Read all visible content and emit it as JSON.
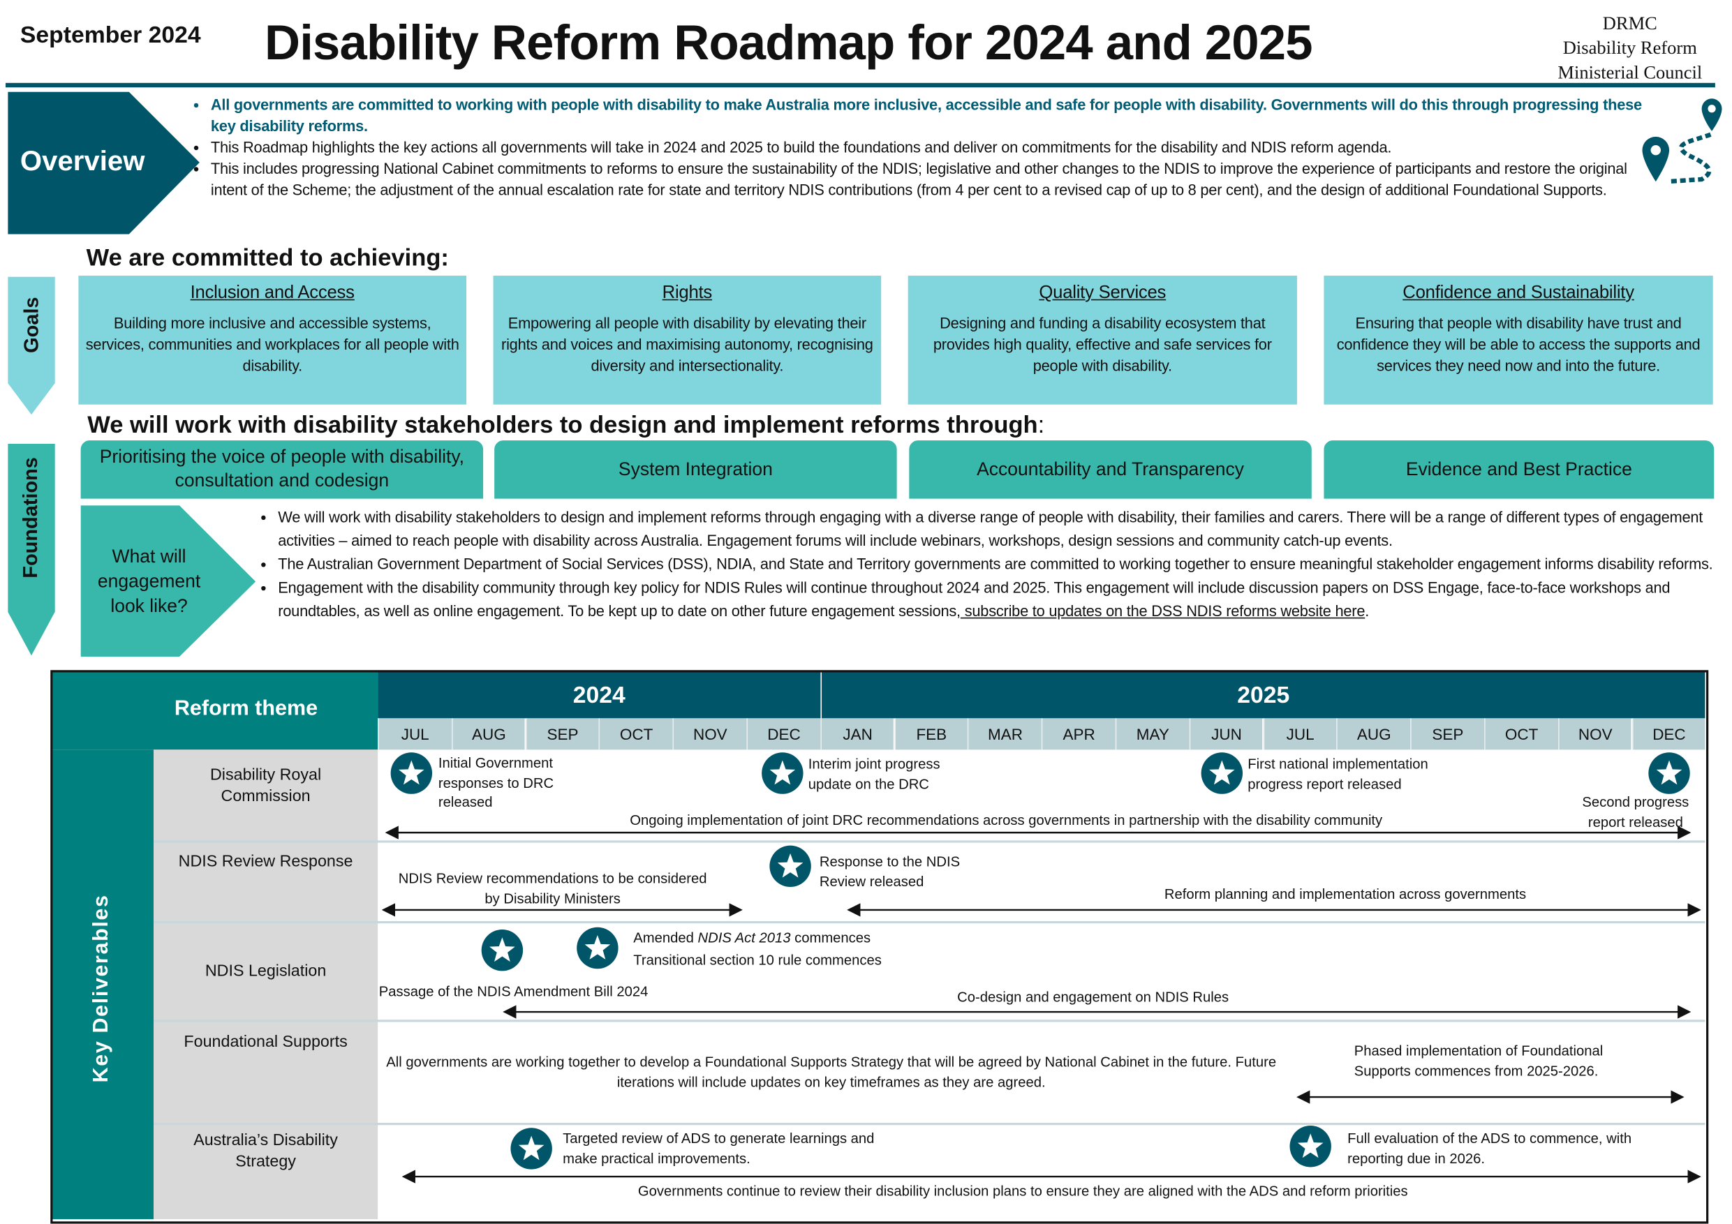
{
  "header": {
    "date": "September 2024",
    "title": "Disability Reform Roadmap for 2024 and 2025",
    "org": [
      "DRMC",
      "Disability Reform",
      "Ministerial Council"
    ]
  },
  "overview": {
    "label": "Overview",
    "icon": "map-route-pin-icon",
    "bullets": [
      "All governments are committed to working with people with disability to make Australia more inclusive, accessible and safe for people with disability. Governments will do this through progressing these key disability reforms.",
      "This Roadmap highlights the key actions all governments will take in 2024 and 2025 to build the foundations and deliver on commitments for the disability and NDIS reform agenda.",
      "This includes progressing National Cabinet commitments to reforms to ensure the sustainability of the NDIS; legislative and other changes to the NDIS to improve the experience of participants and restore the original intent of the Scheme; the adjustment of the annual escalation rate for state and territory NDIS contributions (from 4 per cent to a revised cap of up to 8 per cent), and the design of additional Foundational Supports."
    ]
  },
  "goals": {
    "heading": "We are committed to achieving:",
    "label": "Goals",
    "items": [
      {
        "title": "Inclusion and Access",
        "desc": "Building more inclusive and accessible systems, services, communities and workplaces for all people with disability."
      },
      {
        "title": "Rights",
        "desc": "Empowering all people with disability by elevating their rights and voices and maximising autonomy, recognising diversity and intersectionality."
      },
      {
        "title": "Quality Services",
        "desc": "Designing and funding a disability ecosystem that provides high quality, effective and safe services for people with disability."
      },
      {
        "title": "Confidence and Sustainability",
        "desc": "Ensuring that people with disability have trust and confidence they will be able to access the supports and services they need now and into the future."
      }
    ]
  },
  "foundations": {
    "heading": "We will work with disability stakeholders to design and implement reforms through",
    "heading_suffix": ":",
    "label": "Foundations",
    "items": [
      "Prioritising the voice of people with disability, consultation and codesign",
      "System Integration",
      "Accountability and Transparency",
      "Evidence and Best Practice"
    ],
    "engagement_label": "What will engagement look like?",
    "bullets": [
      "We will work with disability stakeholders to design and implement reforms through engaging with a diverse range of people with disability, their families and carers. There will be a range of different types of engagement activities – aimed to reach people with disability across Australia. Engagement forums will include webinars, workshops, design sessions and community catch-up events.",
      "The Australian Government Department of Social Services (DSS), NDIA, and State and Territory governments are committed to working together to ensure meaningful stakeholder engagement informs disability reforms.",
      "Engagement with the disability community through key policy for NDIS Rules will continue throughout 2024 and 2025. This engagement will include discussion papers on DSS Engage, face-to-face workshops and roundtables, as well as online engagement. To be kept up to date on other future engagement sessions,"
    ],
    "link": " subscribe to updates on the DSS NDIS reforms website here",
    "link_end": "."
  },
  "timeline": {
    "theme_header": "Reform theme",
    "side_label": "Key Deliverables",
    "years": [
      "2024",
      "2025"
    ],
    "months": [
      "JUL",
      "AUG",
      "SEP",
      "OCT",
      "NOV",
      "DEC",
      "JAN",
      "FEB",
      "MAR",
      "APR",
      "MAY",
      "JUN",
      "JUL",
      "AUG",
      "SEP",
      "OCT",
      "NOV",
      "DEC"
    ],
    "rows": [
      {
        "theme": "Disability Royal Commission",
        "milestones": [
          "Initial Government responses to DRC released",
          "Interim joint progress update on the DRC",
          "First national implementation progress report released",
          "Second progress report released"
        ],
        "ongoing": [
          "Ongoing implementation of joint DRC recommendations across governments in partnership with the disability community"
        ]
      },
      {
        "theme": "NDIS Review Response",
        "milestones": [
          "Response to the NDIS Review released"
        ],
        "ongoing": [
          "NDIS Review recommendations to be considered by Disability Ministers",
          "Reform planning and implementation across governments"
        ]
      },
      {
        "theme": "NDIS Legislation",
        "milestones": [
          "Passage of the NDIS Amendment Bill 2024",
          "Amended",
          "NDIS Act 2013",
          " commences",
          "Transitional section 10 rule commences"
        ],
        "ongoing": [
          "Co-design and engagement on NDIS Rules"
        ]
      },
      {
        "theme": "Foundational Supports",
        "milestones": [],
        "ongoing": [
          "All governments are working together to develop a Foundational Supports Strategy that will be agreed by National Cabinet in the future. Future iterations will include updates on key timeframes as they are agreed.",
          "Phased implementation of Foundational Supports commences from 2025-2026."
        ]
      },
      {
        "theme": "Australia’s Disability Strategy",
        "milestones": [
          "Targeted review of ADS to generate learnings and make practical improvements.",
          "Full evaluation of the ADS to commence, with reporting due in 2026."
        ],
        "ongoing": [
          "Governments continue to review their disability inclusion plans to ensure they are aligned with the ADS and reform priorities"
        ]
      }
    ]
  },
  "colors": {
    "dark_teal": "#005568",
    "teal": "#00807f",
    "goal_cyan": "#80d6dc",
    "foundation_teal": "#38b8aa",
    "month_row": "#b8cfd4",
    "theme_grey": "#d9d9d9"
  }
}
